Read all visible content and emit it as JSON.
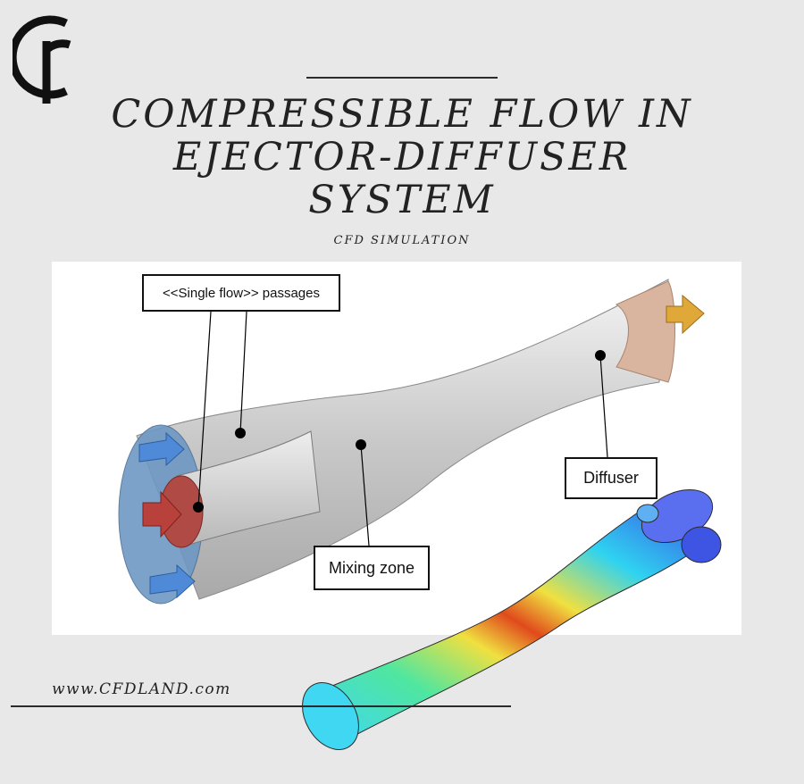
{
  "logo": {
    "icon": "cfd-logo-icon"
  },
  "title": {
    "line1": "COMPRESSIBLE FLOW IN",
    "line2": "EJECTOR-DIFFUSER",
    "line3": "SYSTEM"
  },
  "subtitle": "CFD SIMULATION",
  "figure": {
    "labels": {
      "single_flow": "<<Single flow>> passages",
      "diffuser": "Diffuser",
      "mixing_zone": "Mixing zone"
    }
  },
  "footer": {
    "website": "www.CFDLAND.com"
  },
  "colors": {
    "background": "#e8e8e8",
    "text": "#222222",
    "inlet": "#5a8fc0",
    "outlet": "#d9b49e"
  }
}
